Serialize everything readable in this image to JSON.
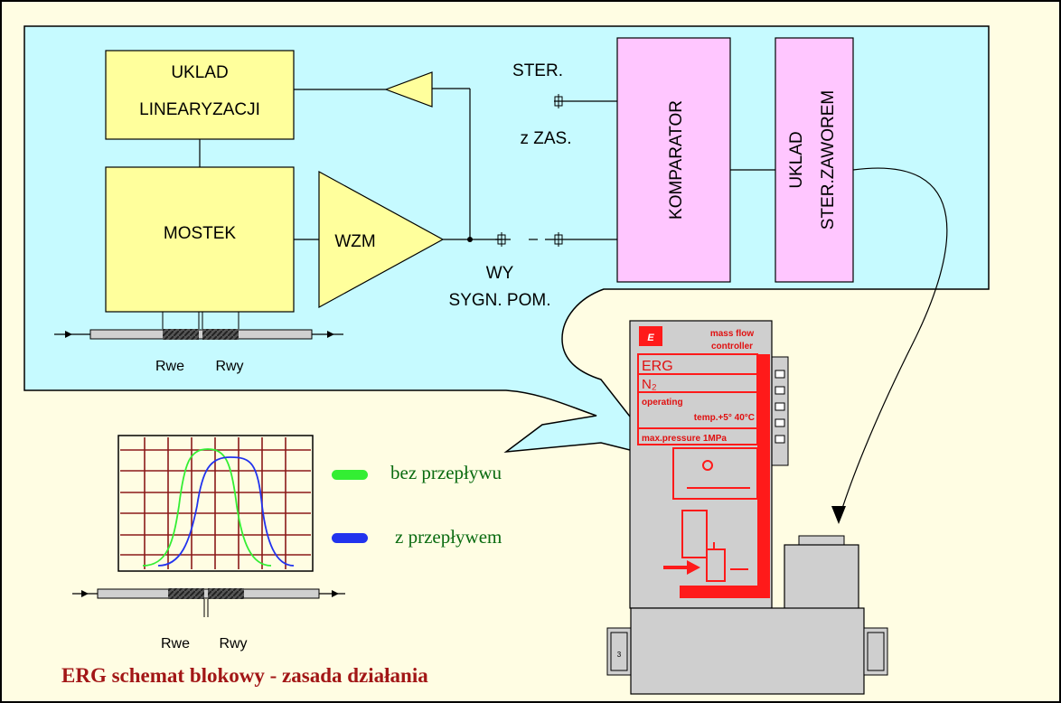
{
  "colors": {
    "page_bg": "#fffde3",
    "panel_bg": "#c6faff",
    "block_yellow": "#ffff9c",
    "block_pink": "#ffc6ff",
    "device_gray": "#cfcfcf",
    "red": "#ff1a1a",
    "grid_red": "#8b1a1a",
    "green_curve": "#33ee33",
    "blue_curve": "#2233ee",
    "legend_text": "#0a6b10",
    "caption_text": "#a21616"
  },
  "blocks": {
    "uklad_line1": "UKLAD",
    "uklad_line2": "LINEARYZACJI",
    "mostek": "MOSTEK",
    "wzm": "WZM",
    "komparator": "KOMPARATOR",
    "zawor_line1": "UKLAD",
    "zawor_line2": "STER.ZAWOREM"
  },
  "labels": {
    "ster": "STER.",
    "z_zas": "z  ZAS.",
    "wy": "WY",
    "sygn_pom": "SYGN.  POM.",
    "rwe": "Rwe",
    "rwy": "Rwy"
  },
  "device": {
    "title_line1": "mass flow",
    "title_line2": "controller",
    "brand": "ERG",
    "gas": "N₂",
    "op_line1": "operating",
    "op_line2": "temp.+5°  40°C",
    "pressure": "max.pressure   1MPa"
  },
  "legend": {
    "no_flow": "bez przepływu",
    "with_flow": "z przepływem"
  },
  "caption": "ERG schemat blokowy - zasada działania"
}
